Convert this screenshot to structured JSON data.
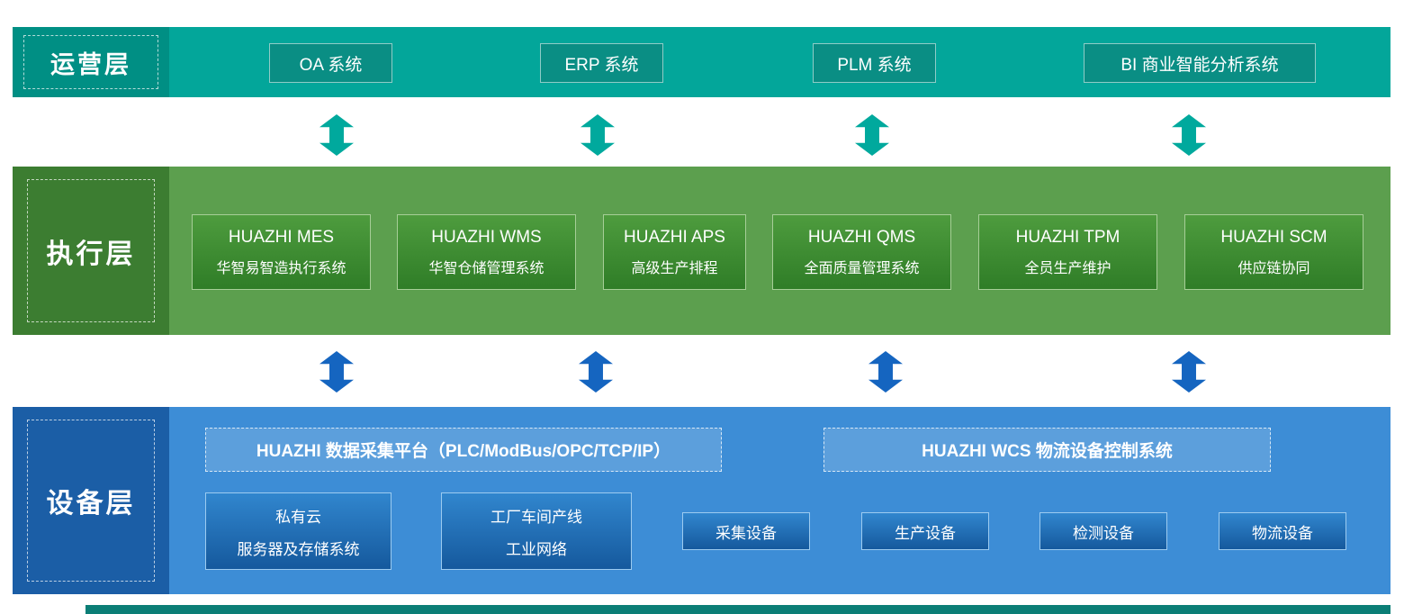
{
  "colors": {
    "operations_band": "#03A69A",
    "operations_label_block": "#008F84",
    "operations_item": "#0A8E84",
    "teal_arrow": "#00A99D",
    "execution_band": "#5C9F4E",
    "execution_label_block": "#3C7D31",
    "execution_item_gradient_top": "#4E9C3E",
    "execution_item_gradient_bottom": "#2F7D27",
    "blue_arrow": "#1565C0",
    "device_band": "#3D8DD6",
    "device_label_block": "#1B5EA6",
    "device_item_gradient_top": "#3186CE",
    "device_item_gradient_bottom": "#15599D",
    "bottom_strip": "#0B7E76"
  },
  "layers": {
    "operations": {
      "label": "运营层",
      "items": [
        {
          "label": "OA 系统"
        },
        {
          "label": "ERP 系统"
        },
        {
          "label": "PLM 系统"
        },
        {
          "label": "BI 商业智能分析系统"
        }
      ]
    },
    "execution": {
      "label": "执行层",
      "items": [
        {
          "title": "HUAZHI MES",
          "subtitle": "华智易智造执行系统"
        },
        {
          "title": "HUAZHI WMS",
          "subtitle": "华智仓储管理系统"
        },
        {
          "title": "HUAZHI APS",
          "subtitle": "高级生产排程"
        },
        {
          "title": "HUAZHI QMS",
          "subtitle": "全面质量管理系统"
        },
        {
          "title": "HUAZHI TPM",
          "subtitle": "全员生产维护"
        },
        {
          "title": "HUAZHI SCM",
          "subtitle": "供应链协同"
        }
      ]
    },
    "device": {
      "label": "设备层",
      "platforms": [
        {
          "label": "HUAZHI 数据采集平台（PLC/ModBus/OPC/TCP/IP）"
        },
        {
          "label": "HUAZHI WCS 物流设备控制系统"
        }
      ],
      "items": [
        {
          "line1": "私有云",
          "line2": "服务器及存储系统"
        },
        {
          "line1": "工厂车间产线",
          "line2": "工业网络"
        },
        {
          "line1": "采集设备"
        },
        {
          "line1": "生产设备"
        },
        {
          "line1": "检测设备"
        },
        {
          "line1": "物流设备"
        }
      ]
    }
  }
}
